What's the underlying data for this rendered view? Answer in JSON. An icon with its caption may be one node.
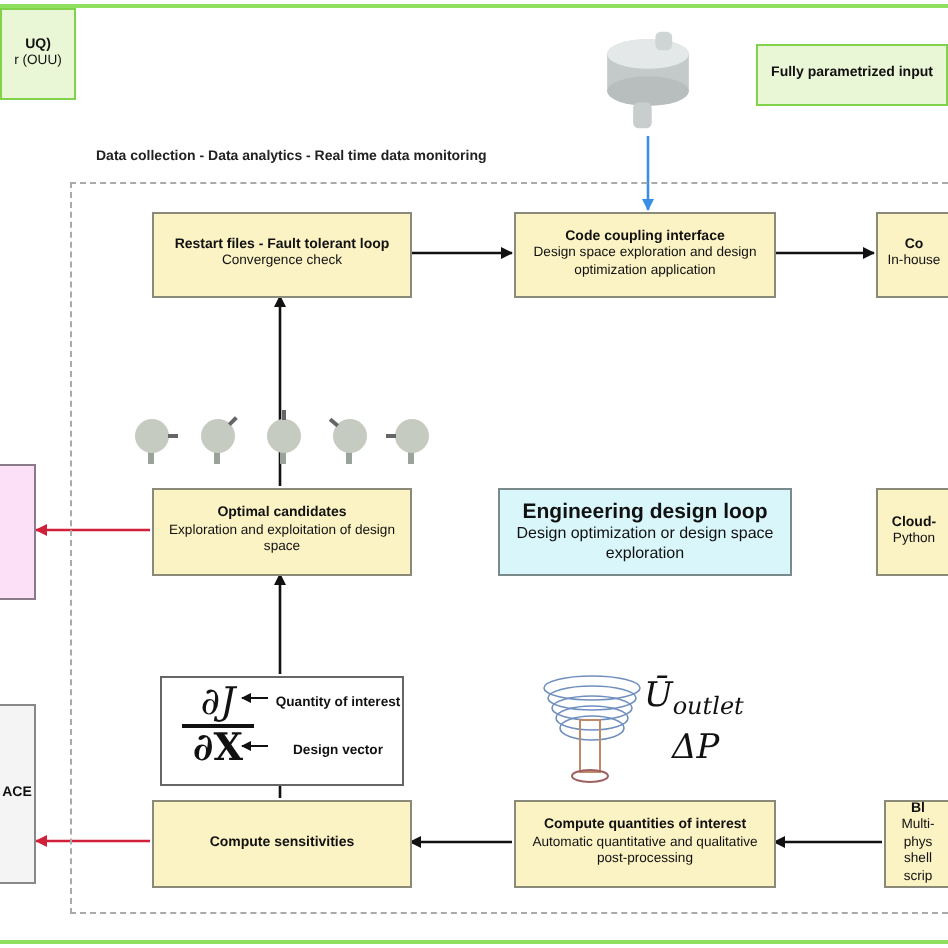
{
  "diagram": {
    "nodes": [
      {
        "text": [
          "UQ)",
          "r (OUU)"
        ]
      },
      {
        "text": [],
        "shape": "picture"
      },
      {
        "text": [
          "Fully parametrized input"
        ]
      },
      {
        "text": [
          "Data collection - Data analytics - Real time data monitoring"
        ]
      },
      {
        "text": [
          "Restart files - Fault tolerant loop",
          "Convergence check"
        ],
        "in": 3
      },
      {
        "text": [
          "Code coupling interface",
          "Design space exploration and design optimization application"
        ],
        "in": 3
      },
      {
        "text": [
          "Co",
          "In-house"
        ],
        "in": 3
      },
      {
        "text": [],
        "shape": "box"
      },
      {
        "text": [
          "Optimal candidates",
          "Exploration and exploitation of design space"
        ],
        "in": 3
      },
      {
        "text": [
          "Engineering design loop",
          "Design optimization or design space exploration"
        ],
        "in": 3
      },
      {
        "text": [
          "Cloud-",
          "Python"
        ],
        "in": 3
      },
      {
        "text": [
          "ACE"
        ]
      },
      {
        "text": [
          "∂J",
          "∂X"
        ],
        "in": 3
      },
      {
        "text": [
          "Quantity of interest"
        ],
        "in": 12
      },
      {
        "text": [
          "Design vector"
        ],
        "in": 12
      },
      {
        "text": [
          "Compute sensitivities"
        ],
        "in": 3
      },
      {
        "text": [
          "Compute quantities of interest",
          "Automatic quantitative and qualitative post-processing"
        ],
        "in": 3
      },
      {
        "text": [
          "Bl",
          "Multi-phys",
          "shell scrip"
        ],
        "in": 3
      }
    ],
    "edges": [
      {
        "from": 1,
        "to": 5,
        "arrow": "to",
        "color": "#3a8ee6"
      },
      {
        "from": 4,
        "to": 5,
        "arrow": "to"
      },
      {
        "from": 5,
        "to": 6,
        "arrow": "to"
      },
      {
        "from": 8,
        "to": 4,
        "arrow": "to"
      },
      {
        "from": 8,
        "to": 7,
        "arrow": "to",
        "color": "#d0203a"
      },
      {
        "from": 12,
        "to": 8,
        "arrow": "to"
      },
      {
        "from": 15,
        "to": 12,
        "arrow": "none"
      },
      {
        "from": 16,
        "to": 15,
        "arrow": "to"
      },
      {
        "from": 17,
        "to": 16,
        "arrow": "to"
      },
      {
        "from": 15,
        "to": 11,
        "arrow": "to",
        "color": "#d0203a"
      },
      {
        "from": 13,
        "to": null,
        "arrow": "to"
      },
      {
        "from": 14,
        "to": null,
        "arrow": "to"
      }
    ],
    "labels": [
      "Ū$_{outlet}$",
      "ΔP"
    ]
  }
}
